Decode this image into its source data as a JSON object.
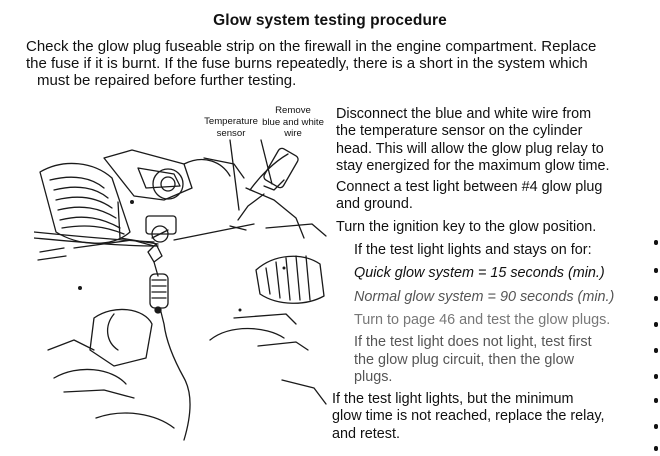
{
  "title": "Glow system testing procedure",
  "intro": {
    "lines": [
      "Check the glow plug fuseable strip on the firewall in the engine compartment. Replace",
      "the fuse if it is burnt. If the fuse burns repeatedly, there is a short in the system which",
      "must be repaired before further testing."
    ]
  },
  "figure": {
    "label_temperature": [
      "Temperature",
      "sensor"
    ],
    "label_remove": [
      "Remove",
      "blue and white",
      "wire"
    ]
  },
  "steps": {
    "disconnect": [
      "Disconnect the blue and white wire from",
      "the temperature sensor on the cylinder",
      "head. This will allow the glow plug relay to",
      "stay energized for the maximum glow time."
    ],
    "connect": [
      "Connect a test light between #4 glow plug",
      "and ground."
    ],
    "turn": "Turn the ignition key to the glow position.",
    "if_lights": "If the test light lights and stays on for:",
    "quick": "Quick glow system = 15 seconds (min.)",
    "normal": "Normal glow system = 90 seconds (min.)",
    "turn_page": "Turn to page 46 and test the glow plugs.",
    "not_light": [
      "If the test light does not light, test first",
      "the glow plug circuit, then the glow",
      "plugs."
    ],
    "min_not_reached": [
      "If the test light lights, but the minimum",
      "glow time is not reached, replace the relay,",
      "and retest."
    ]
  }
}
